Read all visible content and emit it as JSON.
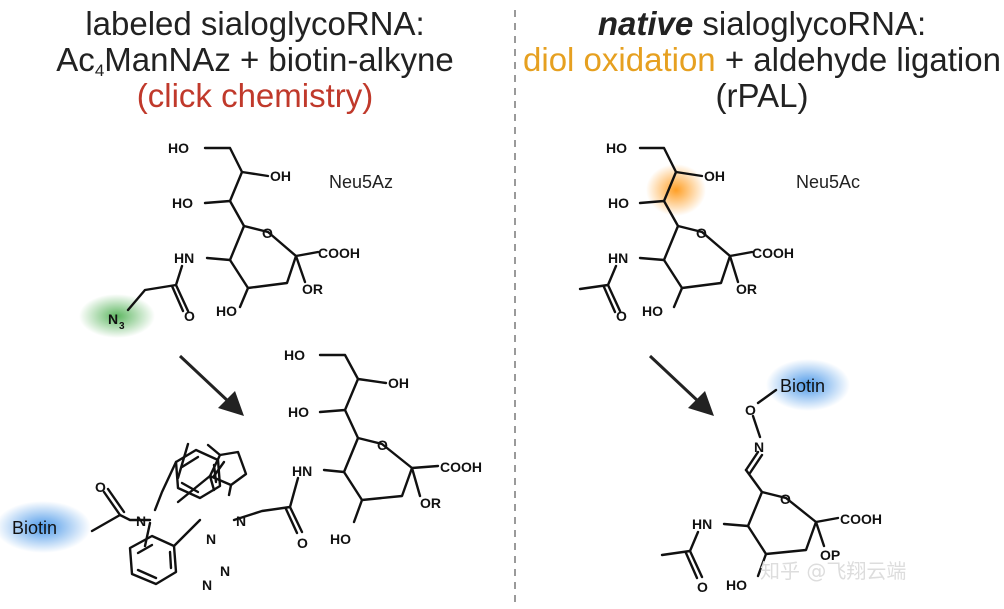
{
  "left_panel": {
    "title_line1": "labeled sialoglycoRNA:",
    "title_line2_a": "Ac",
    "title_line2_sub": "4",
    "title_line2_b": "ManNAz + biotin-alkyne",
    "title_line3": "(click chemistry)",
    "title_line3_color": "#c0392b",
    "sugar_name": "Neu5Az",
    "azide_label": "N",
    "azide_sub": "3",
    "azide_highlight_color": "#4caf50",
    "product_tag": "Biotin"
  },
  "right_panel": {
    "title_word": "native",
    "title_rest": " sialoglycoRNA:",
    "title_line2_a": "diol oxidation",
    "title_line2_a_color": "#e6a020",
    "title_line2_b": " + aldehyde ligation",
    "title_line3": "(rPAL)",
    "sugar_name": "Neu5Ac",
    "diol_highlight_color": "#ff9a1a",
    "product_tag": "Biotin",
    "oxime_o": "O",
    "oxime_n": "N"
  },
  "atoms": {
    "ho": "HO",
    "oh": "OH",
    "o": "O",
    "nh": "HN",
    "n": "N",
    "cooh": "COOH",
    "or": "OR",
    "op_partial": "OP"
  },
  "biotin_highlight_color": "#3a8ee6",
  "watermark": "知乎 @飞翔云端"
}
